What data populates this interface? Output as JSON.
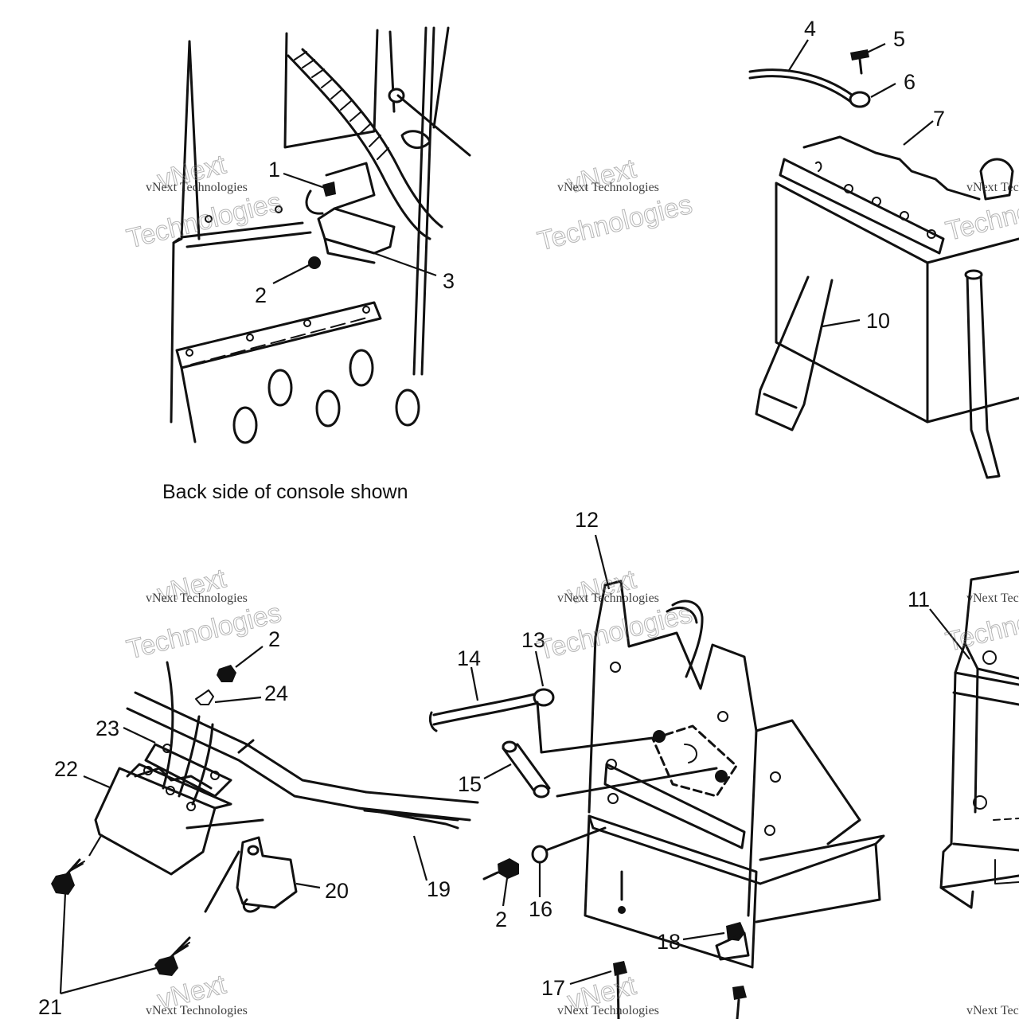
{
  "caption": "Back side of console shown",
  "watermark": {
    "line1": "vNext",
    "line2": "vNext Technologies",
    "line3": "Technologies"
  },
  "callouts": {
    "c1": "1",
    "c2a": "2",
    "c3": "3",
    "c4": "4",
    "c5": "5",
    "c6": "6",
    "c7": "7",
    "c10": "10",
    "c11": "11",
    "c12": "12",
    "c13": "13",
    "c14": "14",
    "c15": "15",
    "c2b": "2",
    "c2c": "2",
    "c16": "16",
    "c17": "17",
    "c18": "18",
    "c19": "19",
    "c20": "20",
    "c21": "21",
    "c22": "22",
    "c23": "23",
    "c24": "24"
  }
}
